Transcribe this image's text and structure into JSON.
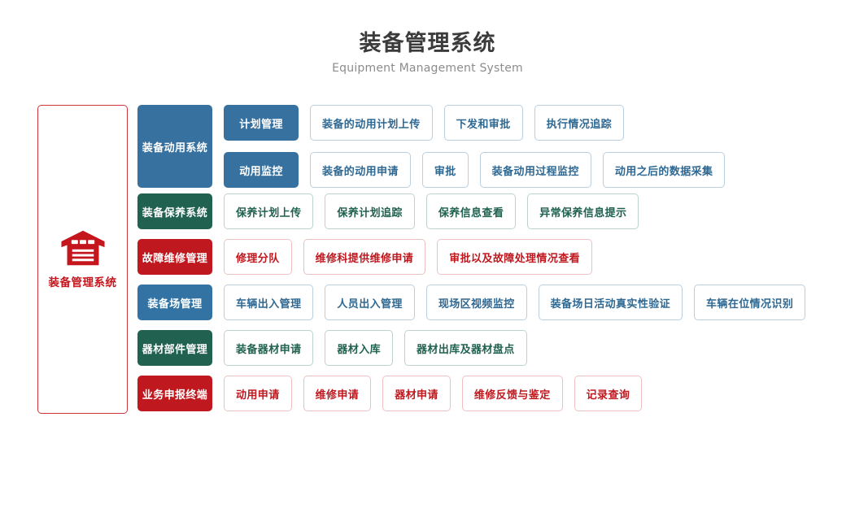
{
  "header": {
    "title": "装备管理系统",
    "subtitle": "Equipment Management System"
  },
  "root": {
    "label": "装备管理系统",
    "icon": "warehouse-icon",
    "border_color": "#d1343c",
    "text_color": "#c5151d"
  },
  "colors": {
    "blue": "#36719f",
    "blue_light": "#3273a4",
    "green": "#20614f",
    "red": "#c0181f",
    "leaf_blue_text": "#2e6893",
    "leaf_blue_border": "#b9cfe0",
    "leaf_green_border": "#bcd3cc",
    "leaf_red_border": "#eec0c3"
  },
  "rows": [
    {
      "category": "装备动用系统",
      "theme": "blue",
      "subgroups": [
        {
          "label": "计划管理",
          "leaves": [
            "装备的动用计划上传",
            "下发和审批",
            "执行情况追踪"
          ]
        },
        {
          "label": "动用监控",
          "leaves": [
            "装备的动用申请",
            "审批",
            "装备动用过程监控",
            "动用之后的数据采集"
          ]
        }
      ]
    },
    {
      "category": "装备保养系统",
      "theme": "green",
      "leaves": [
        "保养计划上传",
        "保养计划追踪",
        "保养信息查看",
        "异常保养信息提示"
      ]
    },
    {
      "category": "故障维修管理",
      "theme": "red",
      "leaves": [
        "修理分队",
        "维修科提供维修申请",
        "审批以及故障处理情况查看"
      ]
    },
    {
      "category": "装备场管理",
      "theme": "blue_light",
      "leaves": [
        "车辆出入管理",
        "人员出入管理",
        "现场区视频监控",
        "装备场日活动真实性验证",
        "车辆在位情况识别"
      ]
    },
    {
      "category": "器材部件管理",
      "theme": "green",
      "leaves": [
        "装备器材申请",
        "器材入库",
        "器材出库及器材盘点"
      ]
    },
    {
      "category": "业务申报终端",
      "theme": "red",
      "leaves": [
        "动用申请",
        "维修申请",
        "器材申请",
        "维修反馈与鉴定",
        "记录查询"
      ]
    }
  ]
}
